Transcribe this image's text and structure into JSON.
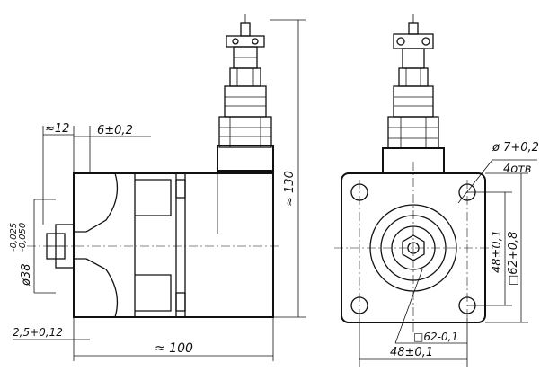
{
  "side_view": {
    "dims": {
      "approx_12": "≈12",
      "six_tol": "6±0,2",
      "height_130": "≈ 130",
      "shaft_dia": "ø38",
      "shaft_tol_upper": "-0,025",
      "shaft_tol_lower": "-0,050",
      "flange_tol": "2,5+0,12",
      "length_100": "≈ 100"
    }
  },
  "front_view": {
    "dims": {
      "hole_dia": "ø 7+0,2",
      "hole_count": "4отв",
      "center_48_vertical": "48±0,1",
      "square_62": "□62+0,8",
      "square_62_small": "□62-0,1",
      "center_48_horizontal": "48±0,1"
    }
  }
}
